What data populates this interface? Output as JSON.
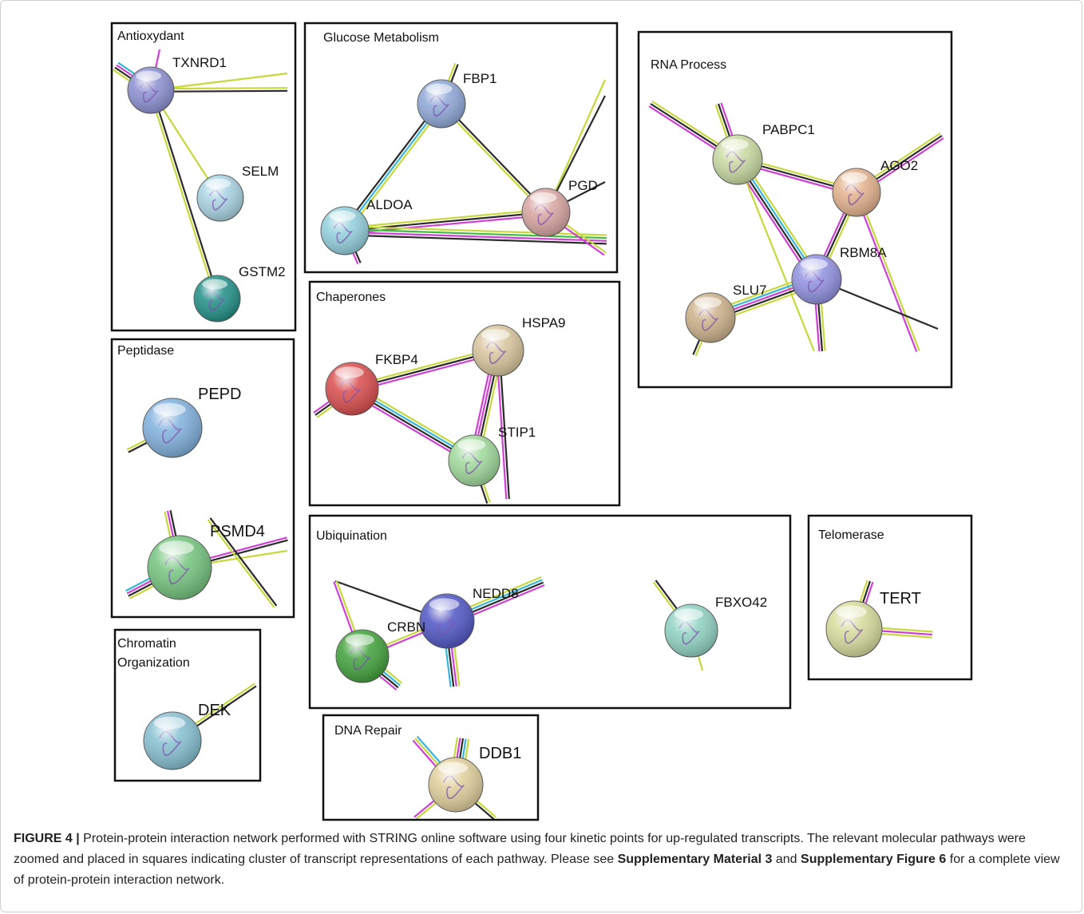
{
  "colors": {
    "yellowgreen": "#c6d83a",
    "black": "#2b2b2b",
    "magenta": "#d13fd6",
    "cyan": "#35b6d9",
    "green": "#3cbf3c"
  },
  "boxes": [
    {
      "id": "antioxydant",
      "title": "Antioxydant"
    },
    {
      "id": "glucose",
      "title": "Glucose Metabolism"
    },
    {
      "id": "rna",
      "title": "RNA Process"
    },
    {
      "id": "peptidase",
      "title": "Peptidase"
    },
    {
      "id": "chaperones",
      "title": "Chaperones"
    },
    {
      "id": "ubiquination",
      "title": "Ubiquination"
    },
    {
      "id": "telomerase",
      "title": "Telomerase"
    },
    {
      "id": "chromatin",
      "title_lines": [
        "Chromatin",
        "Organization"
      ]
    },
    {
      "id": "dna",
      "title": "DNA Repair"
    }
  ],
  "nodes": [
    {
      "id": "TXNRD1",
      "label": "TXNRD1",
      "color": "#8b8fd0"
    },
    {
      "id": "SELM",
      "label": "SELM",
      "color": "#a7d3e2"
    },
    {
      "id": "GSTM2",
      "label": "GSTM2",
      "color": "#1f8f86"
    },
    {
      "id": "FBP1",
      "label": "FBP1",
      "color": "#8ea7d6"
    },
    {
      "id": "ALDOA",
      "label": "ALDOA",
      "color": "#92d0dc"
    },
    {
      "id": "PGD",
      "label": "PGD",
      "color": "#d8a4a0"
    },
    {
      "id": "PABPC1",
      "label": "PABPC1",
      "color": "#c9d9a0"
    },
    {
      "id": "AGO2",
      "label": "AGO2",
      "color": "#e3b18c"
    },
    {
      "id": "RBM8A",
      "label": "RBM8A",
      "color": "#8f8fe0"
    },
    {
      "id": "SLU7",
      "label": "SLU7",
      "color": "#cbb089"
    },
    {
      "id": "PEPD",
      "label": "PEPD",
      "color": "#7fb0dc"
    },
    {
      "id": "PSMD4",
      "label": "PSMD4",
      "color": "#74c47e"
    },
    {
      "id": "FKBP4",
      "label": "FKBP4",
      "color": "#d94b4b"
    },
    {
      "id": "HSPA9",
      "label": "HSPA9",
      "color": "#d8c59c"
    },
    {
      "id": "STIP1",
      "label": "STIP1",
      "color": "#9fd99a"
    },
    {
      "id": "NEDD8",
      "label": "NEDD8",
      "color": "#4f55c4"
    },
    {
      "id": "CRBN",
      "label": "CRBN",
      "color": "#3fa13a"
    },
    {
      "id": "FBXO42",
      "label": "FBXO42",
      "color": "#8fd3c2"
    },
    {
      "id": "TERT",
      "label": "TERT",
      "color": "#d6dc9c"
    },
    {
      "id": "DEK",
      "label": "DEK",
      "color": "#85bfd0"
    },
    {
      "id": "DDB1",
      "label": "DDB1",
      "color": "#e0cf9b"
    }
  ],
  "caption": {
    "figure_label": "FIGURE 4 |",
    "text_1": " Protein-protein interaction network performed with STRING online software using four kinetic points for up-regulated transcripts. The relevant molecular pathways were zoomed and placed in squares indicating cluster of transcript representations of each pathway. Please see ",
    "ref_1": "Supplementary Material 3",
    "text_2": " and ",
    "ref_2": "Supplementary Figure 6",
    "text_3": " for a complete view of protein-protein interaction network."
  }
}
